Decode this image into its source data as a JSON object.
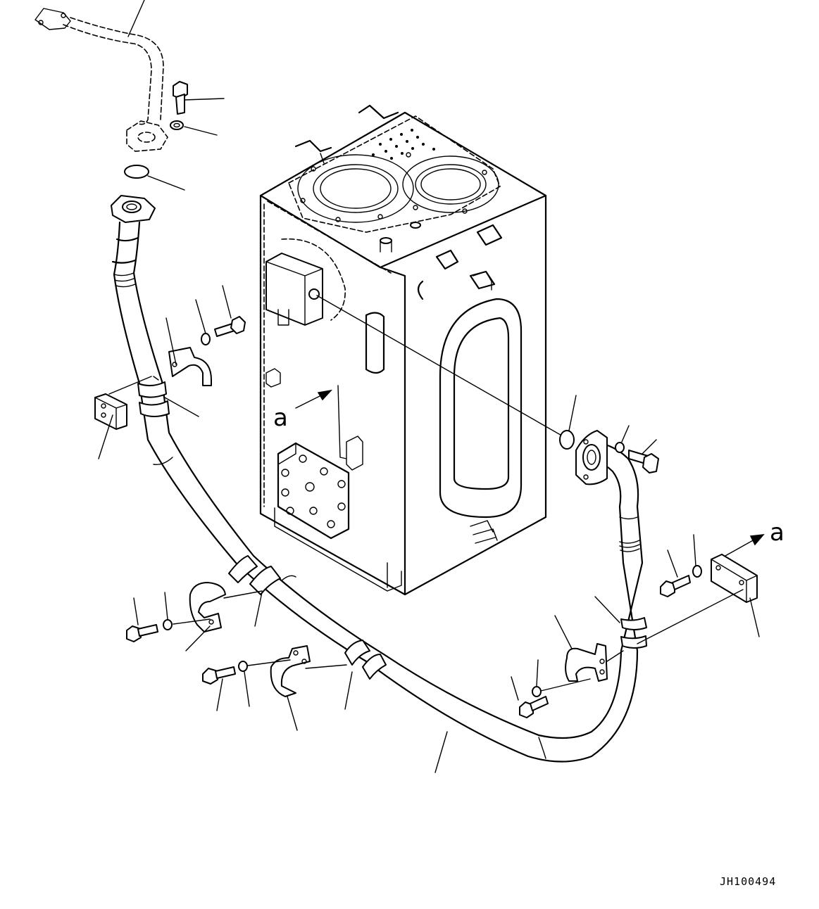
{
  "view_labels": {
    "left": "a",
    "right": "a"
  },
  "drawing_code": "JH100494"
}
